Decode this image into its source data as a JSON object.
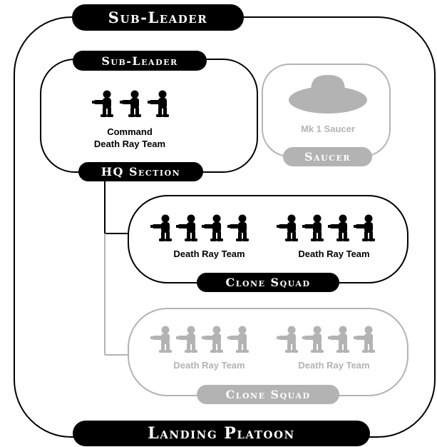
{
  "platoon": {
    "top_label": "Sub-Leader",
    "bottom_label": "Landing Platoon"
  },
  "hq": {
    "top_label": "Sub-Leader",
    "unit_label_line1": "Command",
    "unit_label_line2": "Death Ray Team",
    "bottom_label": "HQ Section"
  },
  "saucer": {
    "unit_label": "Mk 1 Saucer",
    "bottom_label": "Saucer"
  },
  "squad1": {
    "team1_label": "Death Ray Team",
    "team2_label": "Death Ray Team",
    "bottom_label": "Clone Squad"
  },
  "squad2": {
    "team1_label": "Death Ray Team",
    "team2_label": "Death Ray Team",
    "bottom_label": "Clone Squad"
  },
  "colors": {
    "mandatory": "#000000",
    "optional": "#b3b3b3",
    "background": "#ffffff"
  }
}
